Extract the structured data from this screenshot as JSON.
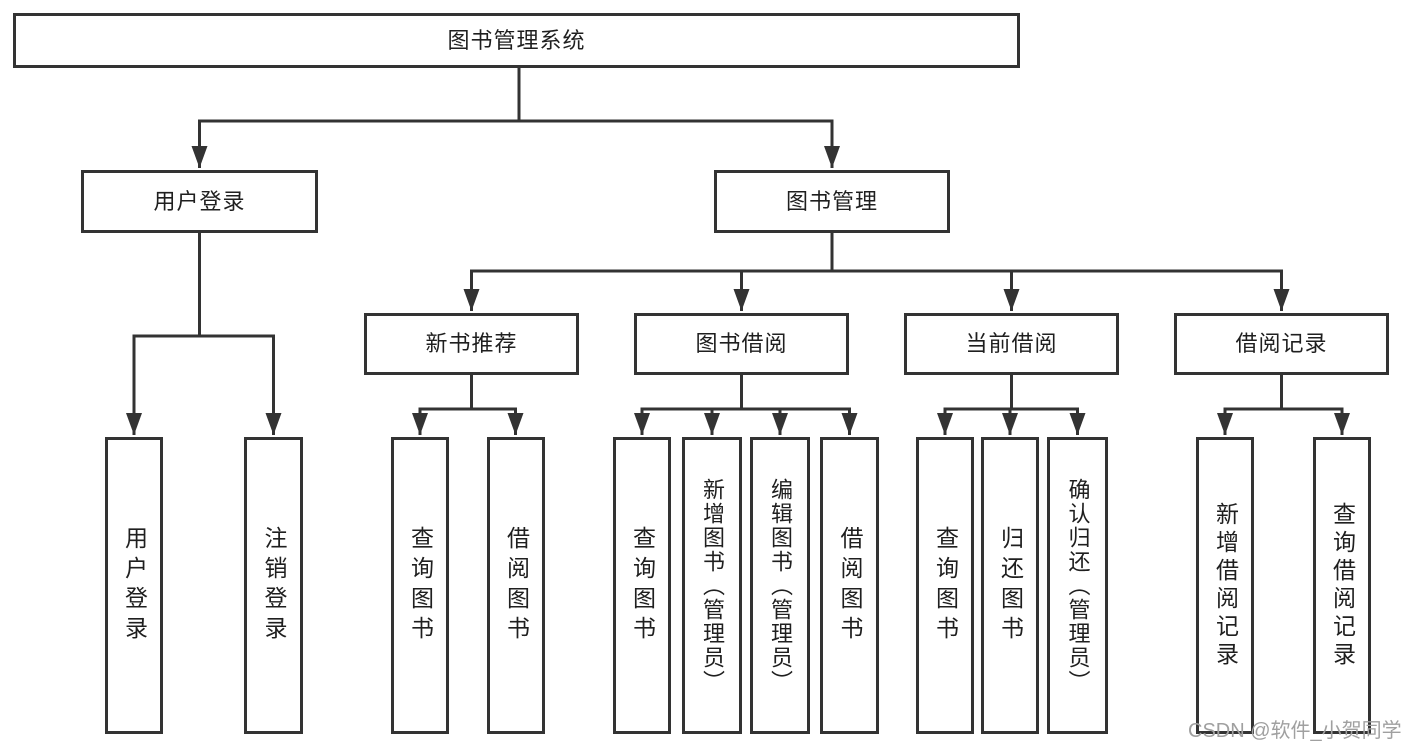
{
  "diagram": {
    "root": {
      "label": "图书管理系统",
      "children": [
        {
          "label": "用户登录",
          "children": [
            {
              "label": "用户登录"
            },
            {
              "label": "注销登录"
            }
          ]
        },
        {
          "label": "图书管理",
          "children": [
            {
              "label": "新书推荐",
              "children": [
                {
                  "label": "查询图书"
                },
                {
                  "label": "借阅图书"
                }
              ]
            },
            {
              "label": "图书借阅",
              "children": [
                {
                  "label": "查询图书"
                },
                {
                  "label": "新增图书（管理员）"
                },
                {
                  "label": "编辑图书（管理员）"
                },
                {
                  "label": "借阅图书"
                }
              ]
            },
            {
              "label": "当前借阅",
              "children": [
                {
                  "label": "查询图书"
                },
                {
                  "label": "归还图书"
                },
                {
                  "label": "确认归还（管理员）"
                }
              ]
            },
            {
              "label": "借阅记录",
              "children": [
                {
                  "label": "新增借阅记录"
                },
                {
                  "label": "查询借阅记录"
                }
              ]
            }
          ]
        }
      ]
    }
  },
  "watermark": {
    "text": "CSDN @软件_小贺同学"
  },
  "colors": {
    "line": "#333333",
    "border": "#333333",
    "text": "#1f1f1f",
    "background": "#ffffff",
    "watermark": "#a0a0a0"
  }
}
